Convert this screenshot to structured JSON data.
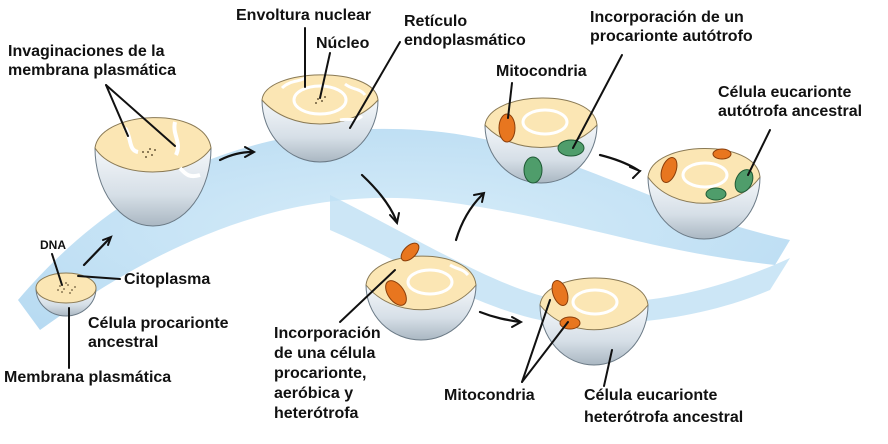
{
  "colors": {
    "band": "#c9e6f7",
    "cytoplasm": "#fbe6b4",
    "cell_body": "#dfe7ee",
    "mitochondrion": "#e8761f",
    "chloroplast": "#4f9d6b",
    "ink": "#111111"
  },
  "labels": {
    "invaginaciones": [
      "Invaginaciones de la",
      "membrana plasmática"
    ],
    "envoltura": "Envoltura nuclear",
    "nucleo": "Núcleo",
    "reticulo": [
      "Retículo",
      "endoplasmático"
    ],
    "incorporacion_autotrofo": [
      "Incorporación de un",
      "procarionte autótrofo"
    ],
    "mitocondria_top": "Mitocondria",
    "eucarionte_autotrofa": [
      "Célula eucarionte",
      "autótrofa ancestral"
    ],
    "dna": "DNA",
    "citoplasma": "Citoplasma",
    "procarionte": [
      "Célula procarionte",
      "ancestral"
    ],
    "membrana": "Membrana plasmática",
    "incorporacion_aerobica": [
      "Incorporación",
      "de una célula",
      "procarionte,",
      "aeróbica y",
      "heterótrofa"
    ],
    "mitocondria_bottom": "Mitocondria",
    "eucarionte_heterotrofa": [
      "Célula eucarionte",
      "heterótrofa ancestral"
    ]
  }
}
